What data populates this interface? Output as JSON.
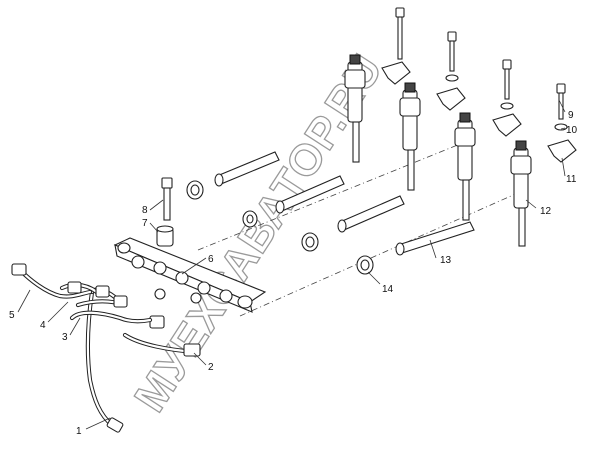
{
  "diagram": {
    "callouts": [
      "1",
      "2",
      "3",
      "4",
      "5",
      "6",
      "7",
      "8",
      "9",
      "10",
      "11",
      "12",
      "13",
      "14"
    ],
    "watermark": "МУЕХСАВАТОР.RU",
    "colors": {
      "line": "#222222",
      "watermark_stroke": "#9a9a9a",
      "background": "#ffffff"
    }
  }
}
